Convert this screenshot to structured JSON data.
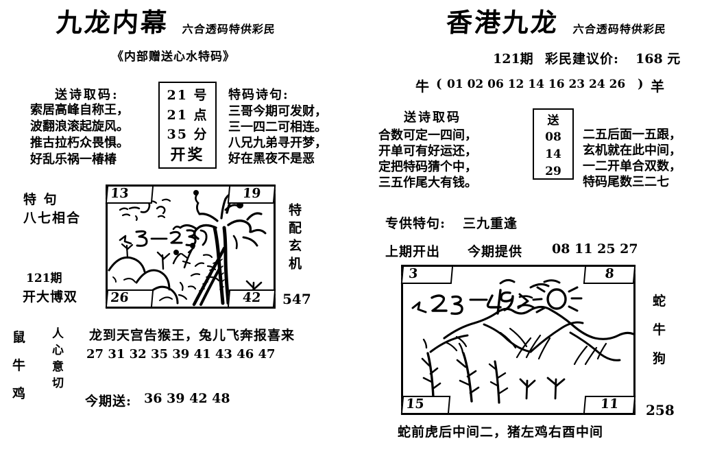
{
  "left_panel": {
    "title": "九龙内幕",
    "title_suffix": "六合透码特供彩民",
    "subtitle": "《内部赠送心水特码》",
    "poem_heading": "送诗取码:",
    "poem_lines": [
      "索居高峰自称王，",
      "波翻浪滚起旋风。",
      "推古拉朽众畏惧。",
      "好乱乐祸一椿椿"
    ],
    "draw_box": {
      "line1": "21  号",
      "line2": "21 点",
      "line3": "35 分",
      "line4": "开奖"
    },
    "special_heading": "特码诗句:",
    "special_lines": [
      "三哥今期可发财，",
      "三一四二可相连。",
      "八兄九弟寻开梦，",
      "好在黑夜不是恶"
    ],
    "side": {
      "te_ju_label": "特    句",
      "te_ju_value": "八七相合",
      "issue": "121期",
      "issue_note": "开大博双",
      "zodiacs": [
        "鼠",
        "牛",
        "鸡"
      ],
      "vertical_phrase": "人心意切"
    },
    "picture": {
      "corner_tl": "13",
      "corner_tr": "19",
      "corner_bl": "26",
      "corner_br": "42",
      "inner_code": "<5—25",
      "side_vertical": "特配玄机",
      "side_number": "547"
    },
    "bottom_phrase": "龙到天宫告猴王，兔儿飞奔报喜来",
    "bottom_numbers": "27  31   32   35   39   41   43   46   47",
    "send_label": "今期送:",
    "send_numbers": "36  39  42  48"
  },
  "right_panel": {
    "title": "香港九龙",
    "title_suffix": "六合透码特供彩民",
    "issue": "121期",
    "price_label": "彩民建议价:",
    "price_value": "168 元",
    "range_left_zodiac": "牛",
    "range_open": "(",
    "range_numbers": "01  02  06  12  14  16  23  24  26",
    "range_close": ")",
    "range_right_zodiac": "羊",
    "poem_heading": "送诗取码",
    "poem_lines": [
      "合数可定一四间，",
      "开单可有好运还，",
      "定把特码猜个中，",
      "三五作尾大有钱。"
    ],
    "send_box": {
      "label": "送",
      "values": [
        "08",
        "14",
        "29"
      ]
    },
    "right_lines": [
      "二五后面一五跟，",
      "玄机就在此中间，",
      "一二开单合双数，",
      "特码尾数三二七"
    ],
    "exclusive_label": "专供特句:",
    "exclusive_value": "三九重逢",
    "prev_label": "上期开出",
    "current_label": "今期提供",
    "current_numbers": "08  11  25  27",
    "picture": {
      "corner_tl": "3",
      "corner_tr": "8",
      "corner_bl": "15",
      "corner_br": "11",
      "inner_code": "<24—49>"
    },
    "side": {
      "zodiacs": [
        "蛇",
        "牛",
        "狗"
      ],
      "side_number": "258"
    },
    "bottom_phrase": "蛇前虎后中间二，猪左鸡右酉中间"
  },
  "colors": {
    "ink": "#000000",
    "paper": "#ffffff"
  }
}
